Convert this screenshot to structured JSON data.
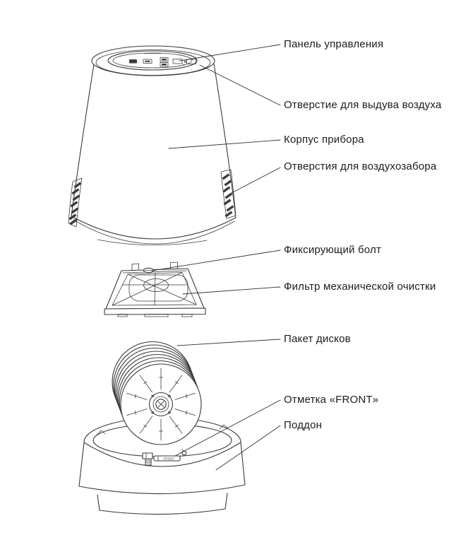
{
  "labels": [
    {
      "id": "control-panel",
      "text": "Панель управления"
    },
    {
      "id": "air-outlet",
      "text": "Отверстие для выдува воздуха"
    },
    {
      "id": "device-body",
      "text": "Корпус прибора"
    },
    {
      "id": "air-intake",
      "text": "Отверстия для воздухозабора"
    },
    {
      "id": "fixing-bolt",
      "text": "Фиксирующий болт"
    },
    {
      "id": "mechanical-filter",
      "text": "Фильтр механической очистки"
    },
    {
      "id": "disc-pack",
      "text": "Пакет дисков"
    },
    {
      "id": "front-mark",
      "text": "Отметка «FRONT»"
    },
    {
      "id": "tray",
      "text": "Поддон"
    }
  ],
  "front_plate_text": "FRONT",
  "colors": {
    "line": "#3a3a3a",
    "text": "#1c1c1c",
    "background": "#ffffff"
  }
}
